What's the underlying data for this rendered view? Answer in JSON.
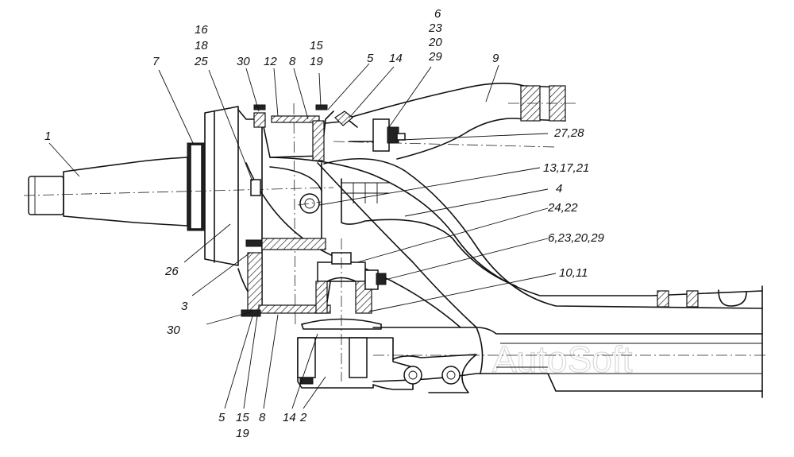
{
  "watermark": "AutoSoft",
  "labels": {
    "l1": "1",
    "l2": "2",
    "l3": "3",
    "l4": "4",
    "l5_top": "5",
    "l5_bottom": "5",
    "l7": "7",
    "l8_top": "8",
    "l8_bottom": "8",
    "l9": "9",
    "l10_11": "10,11",
    "l12": "12",
    "l13_17_21": "13,17,21",
    "l14_top": "14",
    "l14_bottom": "14",
    "l15_top": "15",
    "l19_top": "19",
    "l15_bottom": "15",
    "l19_bottom": "19",
    "l16": "16",
    "l18": "18",
    "l25": "25",
    "l24_22": "24,22",
    "l26": "26",
    "l27_28": "27,28",
    "l30_top": "30",
    "l30_bottom": "30",
    "l6_stack": "6",
    "l23_stack": "23",
    "l20_stack": "20",
    "l29_stack": "29",
    "l6_23_20_29": "6,23,20,29"
  }
}
